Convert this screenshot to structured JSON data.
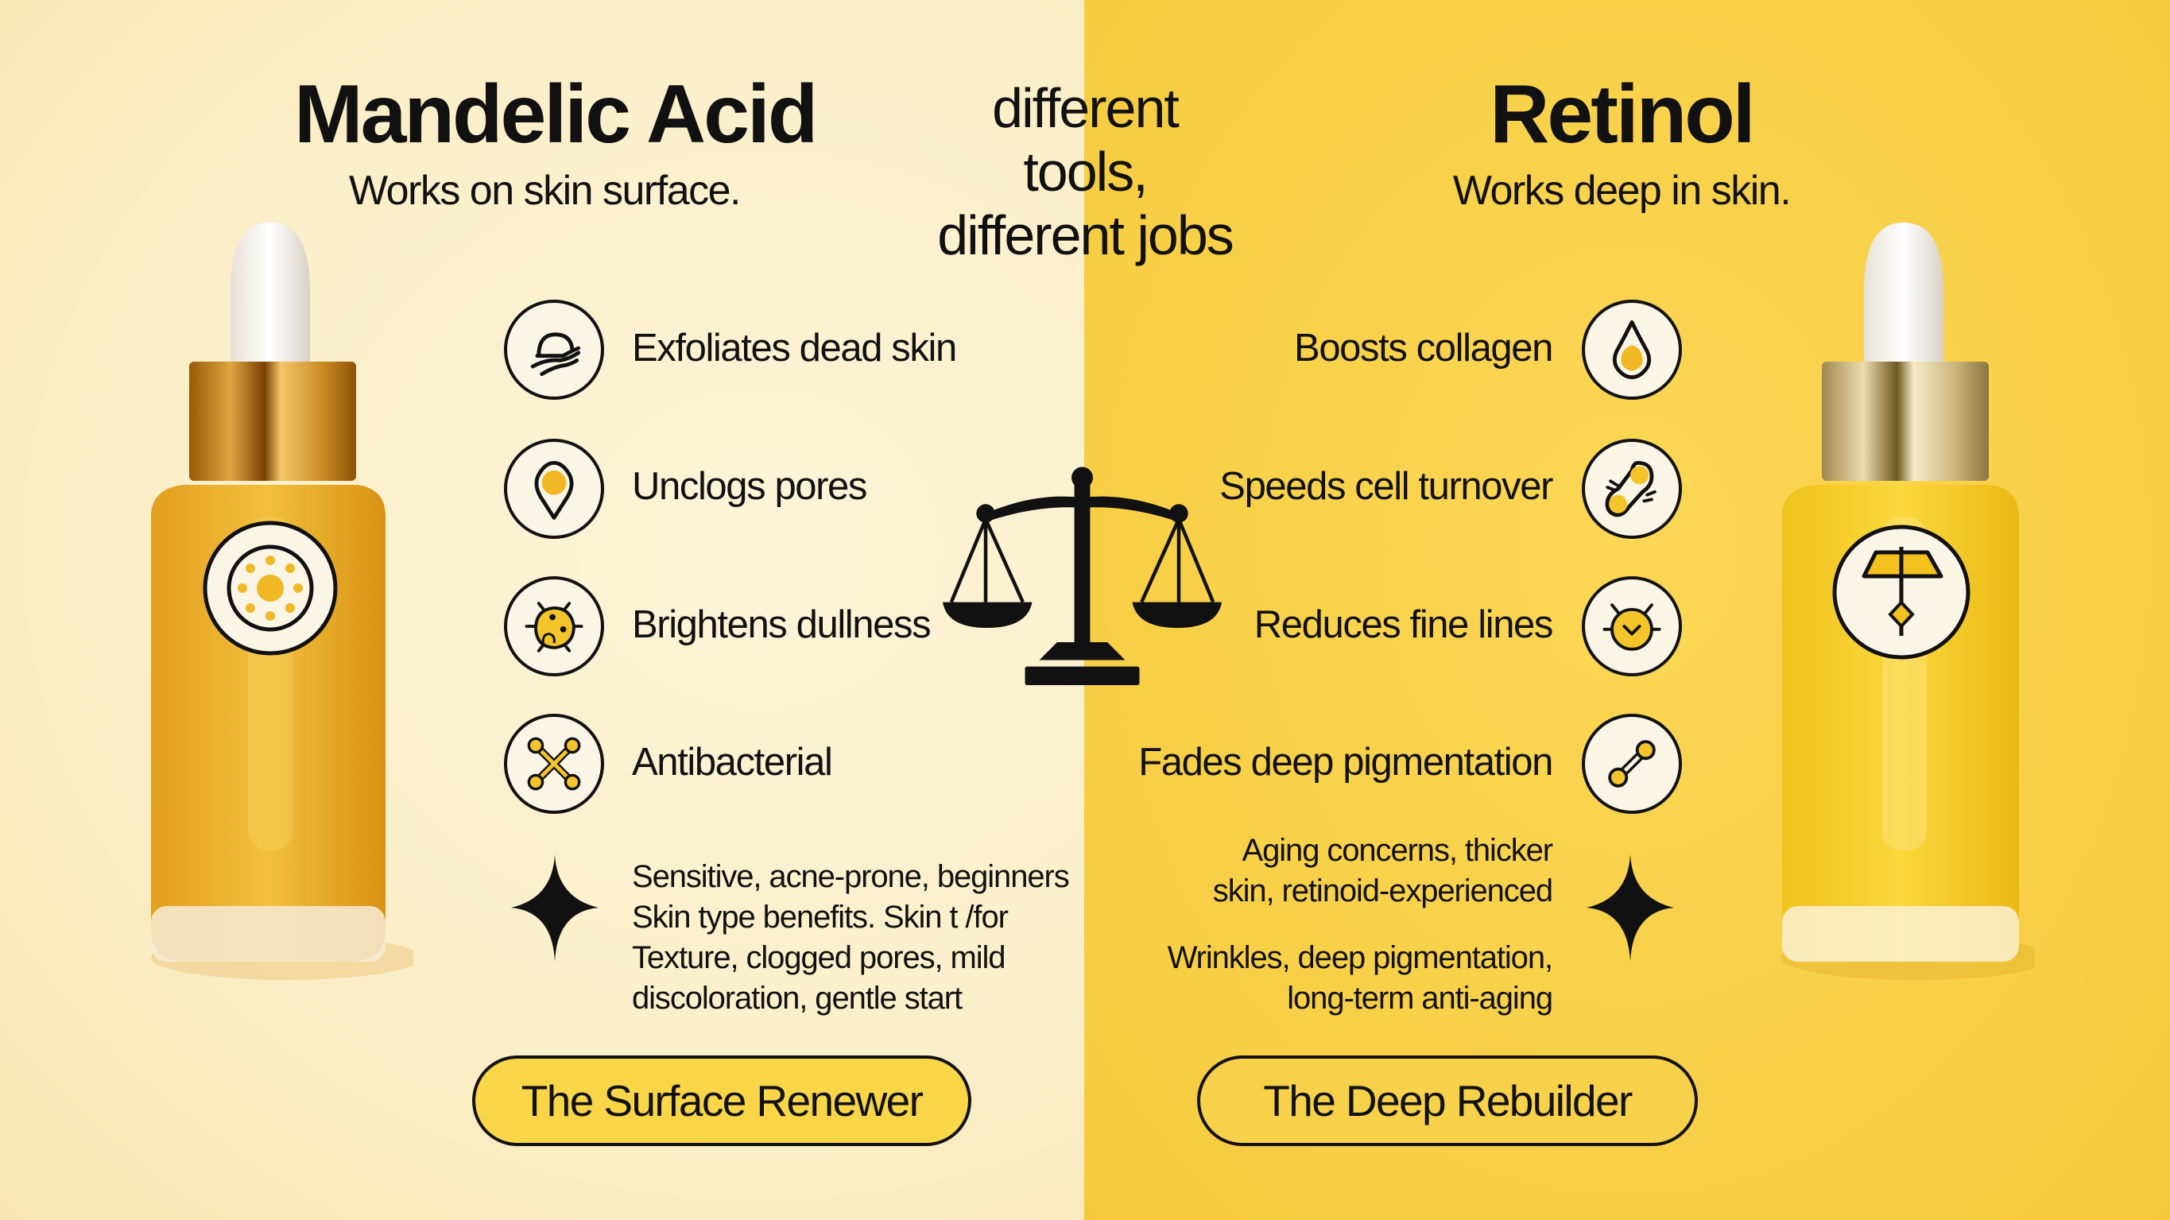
{
  "left": {
    "title": "Mandelic Acid",
    "subtitle": "Works on skin surface.",
    "bottle_icon": "sun-dots-icon",
    "features": [
      {
        "label": "Exfoliates dead skin",
        "icon": "exfoliate-waves-icon"
      },
      {
        "label": "Unclogs pores",
        "icon": "pore-pin-icon"
      },
      {
        "label": "Brightens dullness",
        "icon": "bright-cell-icon"
      },
      {
        "label": "Antibacterial",
        "icon": "molecule-x-icon"
      }
    ],
    "notes": [
      "Sensitive, acne-prone, beginners",
      "Skin type benefits. Skin t /for",
      "Texture, clogged pores, mild",
      "discoloration, gentle start"
    ],
    "badge": "The Surface Renewer"
  },
  "center": {
    "tagline": [
      "different",
      "tools,",
      "different jobs"
    ],
    "icon": "balance-scale-icon"
  },
  "right": {
    "title": "Retinol",
    "subtitle": "Works deep in skin.",
    "bottle_icon": "lamp-diamond-icon",
    "features": [
      {
        "label": "Boosts collagen",
        "icon": "droplet-icon"
      },
      {
        "label": "Speeds cell turnover",
        "icon": "dividing-cell-icon"
      },
      {
        "label": "Reduces fine lines",
        "icon": "clock-bug-icon"
      },
      {
        "label": "Fades deep pigmentation",
        "icon": "dumbbell-link-icon"
      }
    ],
    "notes_group1": [
      "Aging concerns, thicker",
      "skin, retinoid-experienced"
    ],
    "notes_group2": [
      "Wrinkles, deep pigmentation,",
      "long-term anti-aging"
    ],
    "badge": "The Deep Rebuilder"
  },
  "colors": {
    "left_bg": "#FBEFC9",
    "right_bg": "#F8D048",
    "accent_yellow": "#F5C22E",
    "ink": "#111111",
    "icon_fill": "#FBF5E6"
  }
}
